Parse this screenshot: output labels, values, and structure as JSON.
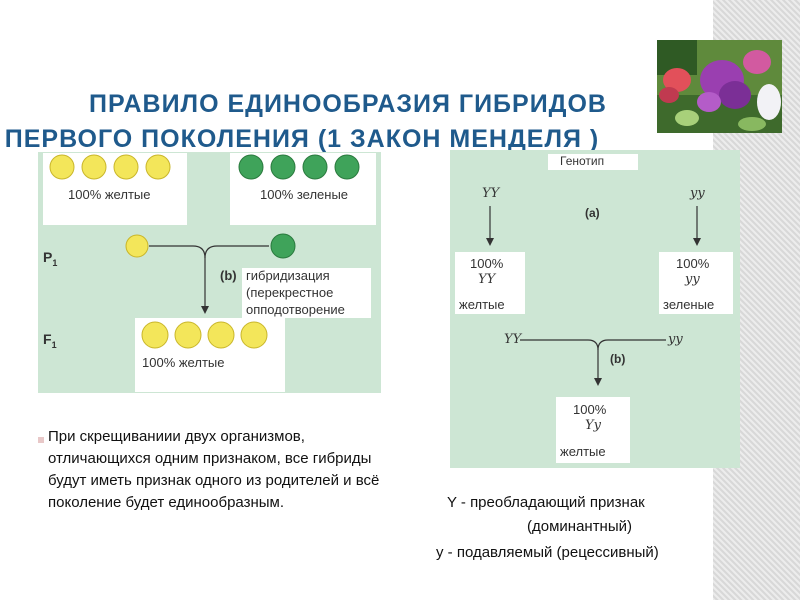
{
  "title": {
    "line1": "ПРАВИЛО ЕДИНООБРАЗИЯ ГИБРИДОВ",
    "line2": "ПЕРВОГО ПОКОЛЕНИЯ (1 ЗАКОН МЕНДЕЛЯ )"
  },
  "left_diagram": {
    "yellow_parent_label": "100% желтые",
    "green_parent_label": "100% зеленые",
    "p1_label": "P",
    "p1_sub": "1",
    "f1_label": "F",
    "f1_sub": "1",
    "step_b": "(b)",
    "hybridization_line1": "гибридизация",
    "hybridization_line2": "(перекрестное",
    "hybridization_line3": "опподотворение",
    "offspring_label": "100% желтые",
    "colors": {
      "yellow": "#f3e65a",
      "green": "#3fa35a",
      "panel": "#cde6d4"
    }
  },
  "right_diagram": {
    "genotype_header": "Генотип",
    "parent_left_genotype": "YY",
    "parent_right_genotype": "yy",
    "step_a": "(a)",
    "left_box_percent": "100%",
    "left_box_genotype": "YY",
    "left_box_label": "желтые",
    "right_box_percent": "100%",
    "right_box_genotype": "yy",
    "right_box_label": "зеленые",
    "cross_left": "YY",
    "cross_right": "yy",
    "step_b": "(b)",
    "offspring_percent": "100%",
    "offspring_genotype": "Yy",
    "offspring_label": "желтые"
  },
  "description": "При скрещиваниии двух организмов, отличающихся одним признаком, все гибриды будут иметь признак одного из родителей и всё поколение будет единообразным.",
  "legend": {
    "dominant_line1": "Y - преобладающий признак",
    "dominant_line2": "(доминантный)",
    "recessive": "y  - подавляемый (рецессивный)"
  }
}
